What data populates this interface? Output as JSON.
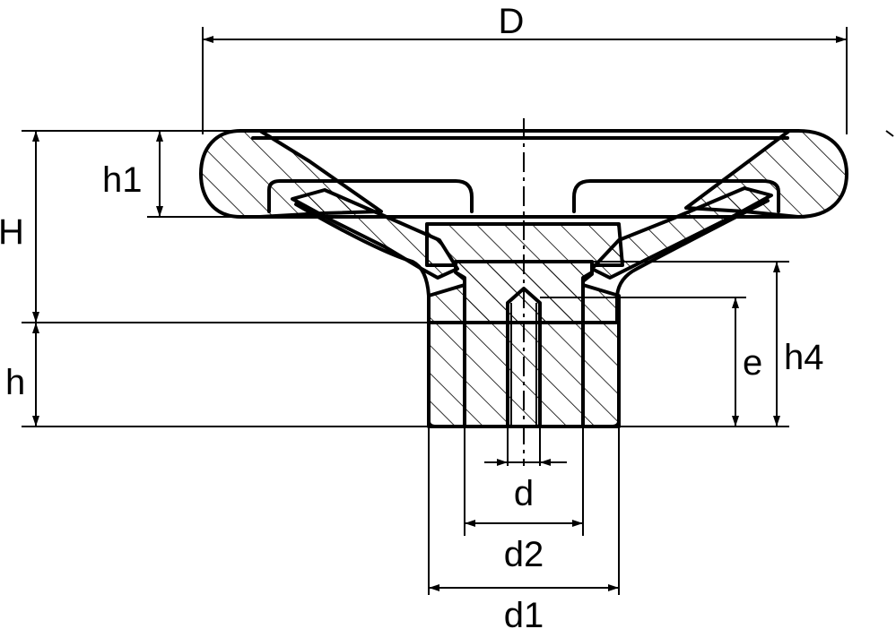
{
  "labels": {
    "D": "D",
    "h1": "h1",
    "H": "H",
    "h": "h",
    "e": "e",
    "h4": "h4",
    "d": "d",
    "d2": "d2",
    "d1": "d1"
  },
  "colors": {
    "line": "#000000",
    "background": "#ffffff"
  }
}
